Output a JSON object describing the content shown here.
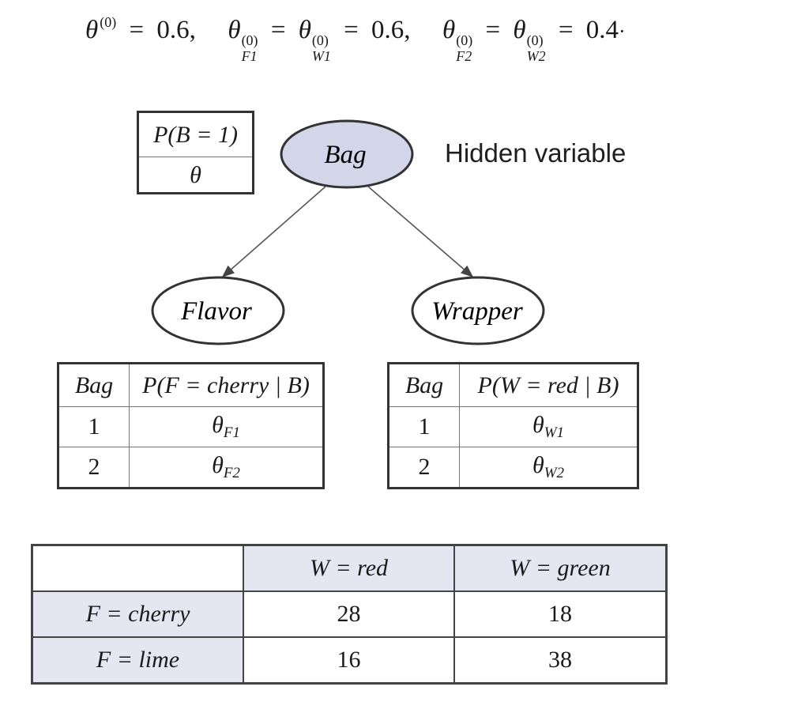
{
  "equation": {
    "theta": "θ",
    "sup_0": "(0)",
    "eq": "=",
    "sub_F1": "F1",
    "sub_W1": "W1",
    "sub_F2": "F2",
    "sub_W2": "W2",
    "val_1": "0.6,",
    "val_2": "0.6,",
    "val_3": "0.4",
    "end_dot": "·"
  },
  "graph": {
    "nodes": {
      "bag": "Bag",
      "flavor": "Flavor",
      "wrapper": "Wrapper"
    },
    "hidden_label": "Hidden variable",
    "bag_fill_color": "#d3d6e8"
  },
  "prior_table": {
    "header": "P(B = 1)",
    "value": "θ"
  },
  "flavor_cpt": {
    "headers": [
      "Bag",
      "P(F = cherry | B)"
    ],
    "rows": [
      {
        "bag": "1",
        "theta": "θ",
        "sub": "F1"
      },
      {
        "bag": "2",
        "theta": "θ",
        "sub": "F2"
      }
    ]
  },
  "wrapper_cpt": {
    "headers": [
      "Bag",
      "P(W = red | B)"
    ],
    "rows": [
      {
        "bag": "1",
        "theta": "θ",
        "sub": "W1"
      },
      {
        "bag": "2",
        "theta": "θ",
        "sub": "W2"
      }
    ]
  },
  "count_table": {
    "col_headers": [
      "",
      "W = red",
      "W = green"
    ],
    "rows": [
      {
        "label": "F = cherry",
        "values": [
          "28",
          "18"
        ]
      },
      {
        "label": "F = lime",
        "values": [
          "16",
          "38"
        ]
      }
    ],
    "shade_color": "#e6e6f2"
  }
}
